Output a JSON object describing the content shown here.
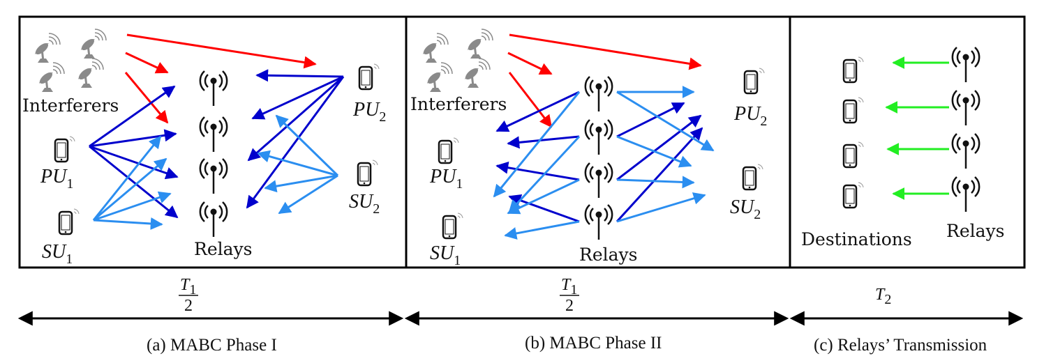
{
  "panels": [
    {
      "id": "a",
      "caption": "(a) MABC Phase I",
      "duration": {
        "num": "T",
        "num_sub": "1",
        "den": "2"
      },
      "labels": {
        "interferers": "Interferers",
        "relays": "Relays",
        "pu1": "PU",
        "pu1_sub": "1",
        "su1": "SU",
        "su1_sub": "1",
        "pu2": "PU",
        "pu2_sub": "2",
        "su2": "SU",
        "su2_sub": "2"
      }
    },
    {
      "id": "b",
      "caption": "(b) MABC Phase II",
      "duration": {
        "num": "T",
        "num_sub": "1",
        "den": "2"
      },
      "labels": {
        "interferers": "Interferers",
        "relays": "Relays",
        "pu1": "PU",
        "pu1_sub": "1",
        "su1": "SU",
        "su1_sub": "1",
        "pu2": "PU",
        "pu2_sub": "2",
        "su2": "SU",
        "su2_sub": "2"
      }
    },
    {
      "id": "c",
      "caption": "(c) Relays’ Transmission",
      "duration": {
        "label": "T",
        "label_sub": "2"
      },
      "labels": {
        "destinations": "Destinations",
        "relays": "Relays"
      }
    }
  ],
  "colors": {
    "interference": "#ff0000",
    "primary_link": "#0000cc",
    "secondary_link": "#2b8ef0",
    "relay_broadcast": "#22ee22",
    "frame": "#000000",
    "device": "#111111",
    "interferer": "#8a8a8a"
  },
  "icons": {
    "device": "mobile-phone-icon",
    "relay": "antenna-tower-icon",
    "interferer": "satellite-dish-icon"
  }
}
